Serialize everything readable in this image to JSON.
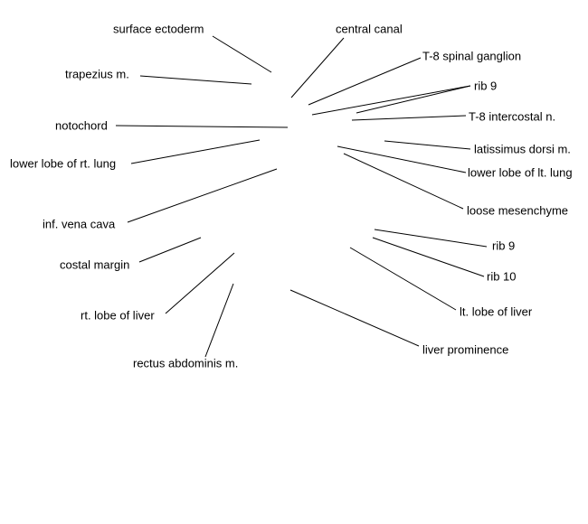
{
  "labels": {
    "surface_ectoderm": "surface ectoderm",
    "central_canal": "central canal",
    "t8_spinal_ganglion": "T-8 spinal ganglion",
    "rib9_upper": "rib 9",
    "t8_intercostal": "T-8 intercostal n.",
    "trapezius": "trapezius m.",
    "notochord": "notochord",
    "latissimus_dorsi": "latissimus dorsi m.",
    "lower_lobe_rt_lung": "lower lobe of rt. lung",
    "lower_lobe_lt_lung": "lower lobe of lt. lung",
    "loose_mesenchyme": "loose mesenchyme",
    "inf_vena_cava": "inf. vena cava",
    "rib9_lower": "rib 9",
    "rib10": "rib 10",
    "costal_margin": "costal margin",
    "rt_lobe_liver": "rt. lobe of liver",
    "lt_lobe_liver": "lt. lobe of liver",
    "rectus_abdominis": "rectus abdominis m.",
    "liver_prominence": "liver prominence"
  }
}
